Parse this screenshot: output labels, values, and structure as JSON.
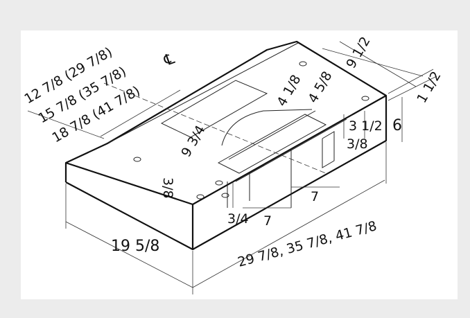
{
  "diagram": {
    "labels": {
      "left_dim_1": "12 7/8 (29 7/8)",
      "left_dim_2": "15 7/8 (35 7/8)",
      "left_dim_3": "18 7/8 (41 7/8)",
      "centerline": "℄",
      "depth_top": "9 1/2",
      "offset_back": "1 1/2",
      "duct_a": "4 1/8",
      "duct_b": "4 5/8",
      "height_front": "3 1/2",
      "height_total": "6",
      "lip": "3/8",
      "duct_depth": "9 3/4",
      "knockout_small": "3/8",
      "knockout_bottom": "3/4",
      "spacing_1": "7",
      "spacing_2": "7",
      "widths": "29 7/8, 35 7/8, 41 7/8",
      "depth_side": "19 5/8"
    }
  }
}
